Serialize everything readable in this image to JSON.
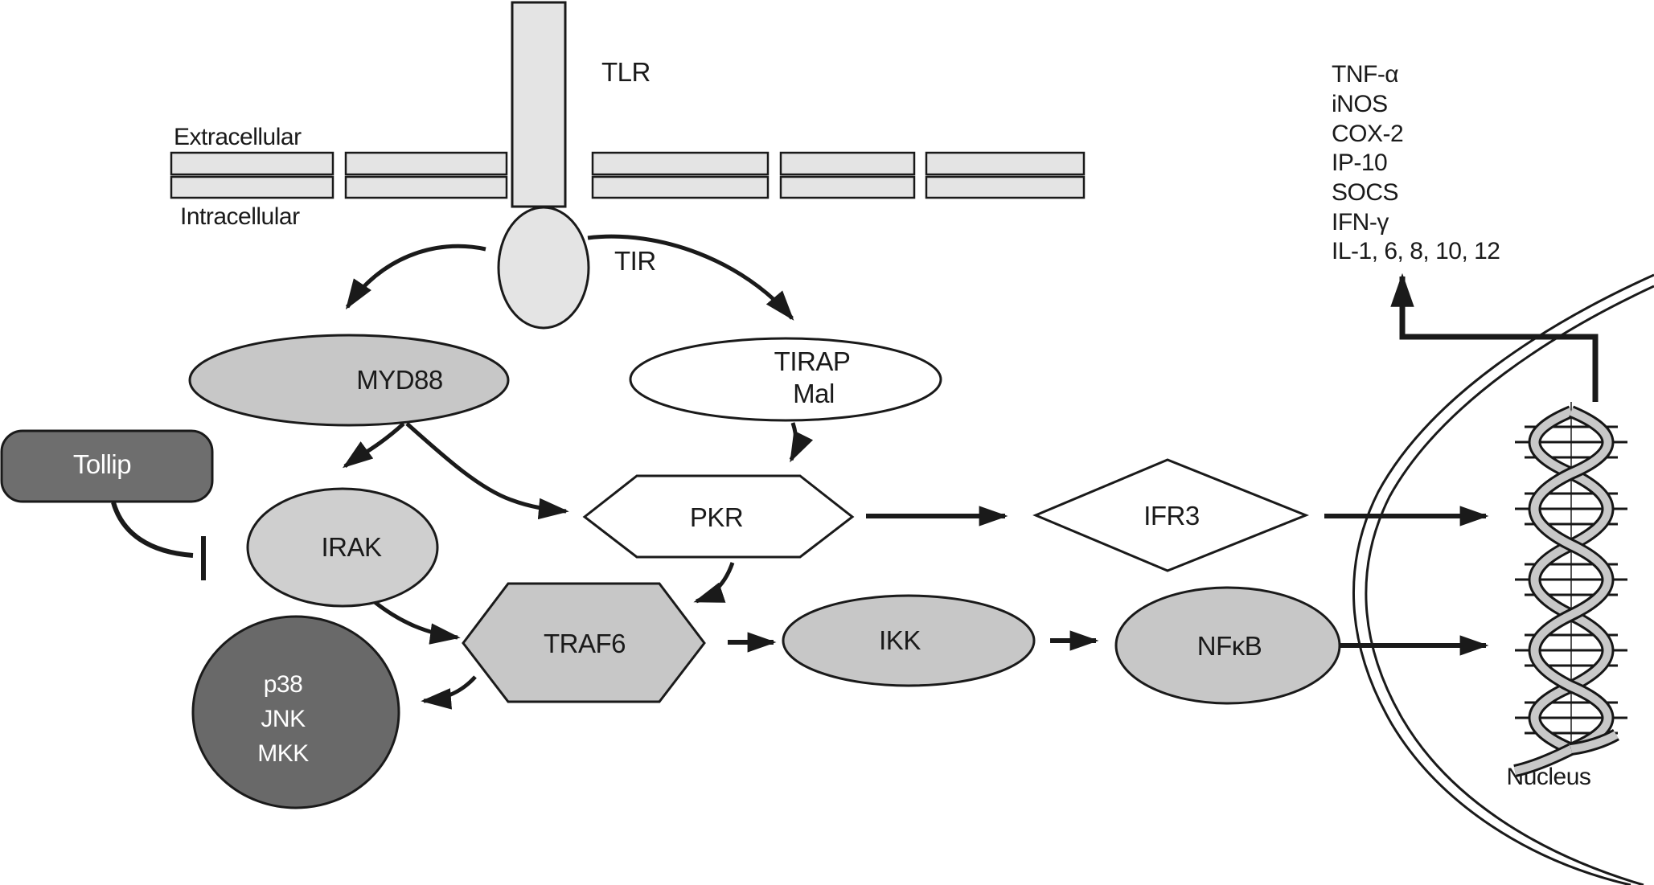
{
  "diagram": {
    "membrane": {
      "extracellular_label": "Extracellular",
      "intracellular_label": "Intracellular"
    },
    "receptor": {
      "tlr_label": "TLR",
      "tir_label": "TIR"
    },
    "nodes": {
      "myd88": "MYD88",
      "tirap_line1": "TIRAP",
      "tirap_line2": "Mal",
      "tollip": "Tollip",
      "irak": "IRAK",
      "pkr": "PKR",
      "traf6": "TRAF6",
      "p38_line1": "p38",
      "p38_line2": "JNK",
      "p38_line3": "MKK",
      "ikk": "IKK",
      "nfkb": "NFκB",
      "ifr3": "IFR3"
    },
    "outputs": [
      "TNF-α",
      "iNOS",
      "COX-2",
      "IP-10",
      "SOCS",
      "IFN-γ",
      "IL-1, 6, 8, 10, 12"
    ],
    "nucleus_label": "Nucleus",
    "colors": {
      "shape_light": "#e4e4e4",
      "shape_mid": "#c7c7c7",
      "shape_dark": "#6e6e6e",
      "outline": "#1a1a1a",
      "dna_ribbon": "#c8c8c8"
    }
  }
}
